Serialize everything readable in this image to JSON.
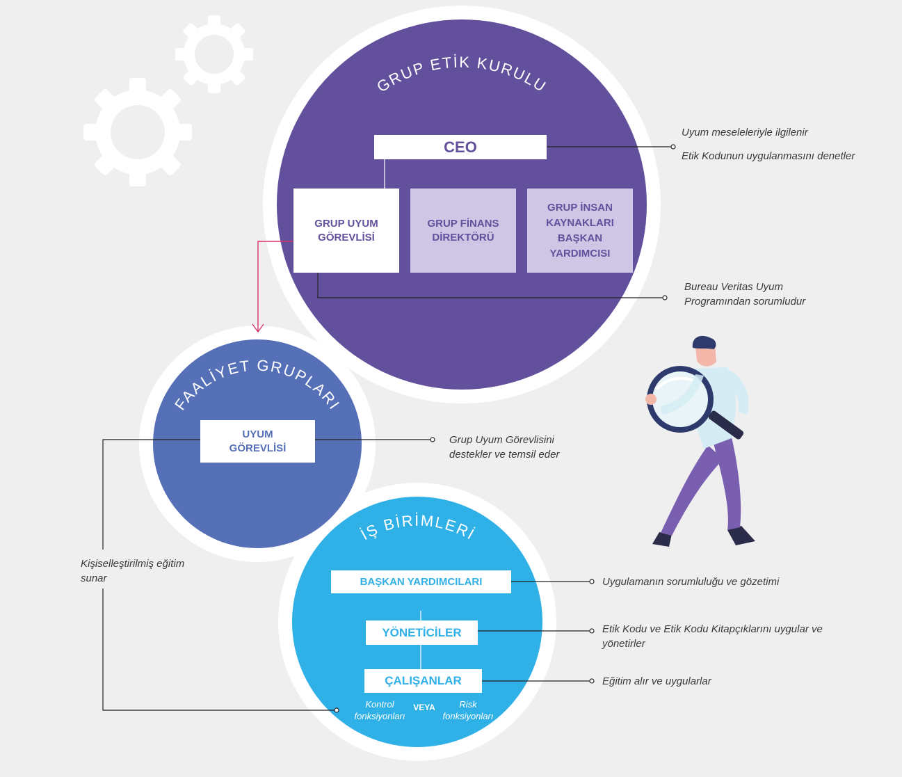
{
  "colors": {
    "background": "#efeff0",
    "purple": "#62509c",
    "mid_blue": "#5670b8",
    "light_blue": "#2fb0e6",
    "lavender": "#cfc5e4",
    "pink_arrow": "#d6336c"
  },
  "icons": [
    "gear-icon",
    "magnifying-glass-person-illustration"
  ],
  "circles": {
    "top": {
      "title": "GRUP ETİK KURULU"
    },
    "middle": {
      "title": "FAALİYET GRUPLARI"
    },
    "bottom": {
      "title": "İŞ BİRİMLERİ"
    }
  },
  "boxes": {
    "ceo": "CEO",
    "compliance_officer": "GRUP UYUM GÖREVLİSİ",
    "finance_director": "GRUP FİNANS DİREKTÖRÜ",
    "hr_vp": "GRUP İNSAN KAYNAKLARI BAŞKAN YARDIMCISI",
    "uyum_gorevlisi": "UYUM GÖREVLİSİ",
    "baskan_yardimcilari": "BAŞKAN YARDIMCILARI",
    "yoneticiler": "YÖNETİCİLER",
    "calisanlar": "ÇALIŞANLAR"
  },
  "bottom_labels": {
    "kontrol": "Kontrol fonksiyonları",
    "veya": "VEYA",
    "risk": "Risk fonksiyonları"
  },
  "notes": {
    "ceo_line1": "Uyum meseleleriyle ilgilenir",
    "ceo_line2": "Etik Kodunun uygulanmasını denetler",
    "compliance": "Bureau Veritas Uyum Programından sorumludur",
    "uyum": "Grup Uyum Görevlisini destekler ve temsil eder",
    "egitim": "Kişiselleştirilmiş eğitim sunar",
    "baskan": "Uygulamanın sorumluluğu ve gözetimi",
    "yonetici": "Etik Kodu ve Etik Kodu Kitapçıklarını uygular ve yönetirler",
    "calisan": "Eğitim alır ve uygularlar"
  }
}
